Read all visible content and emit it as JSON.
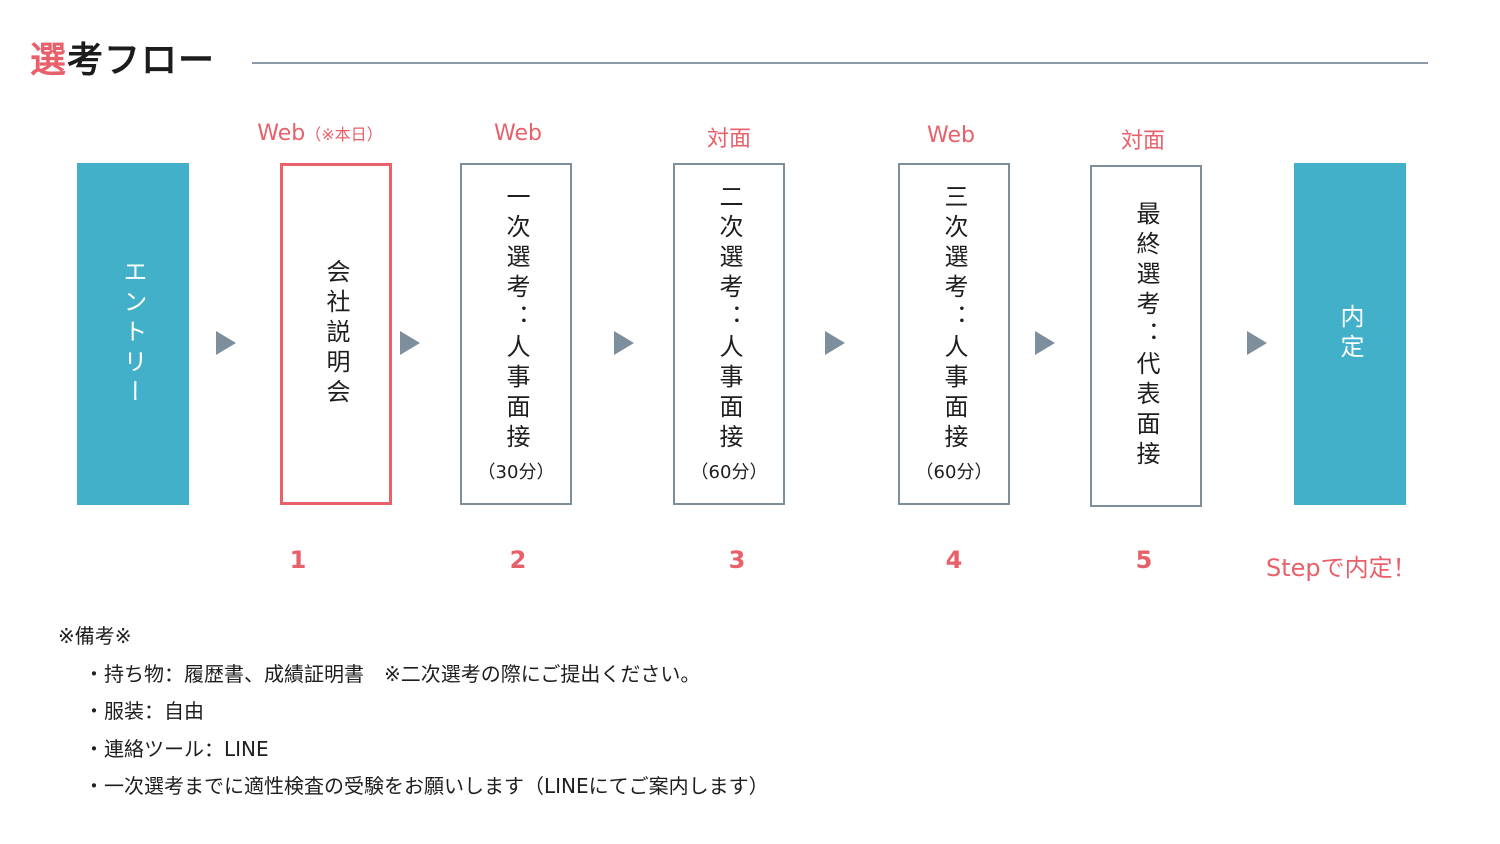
{
  "title": {
    "accent": "選",
    "rest": "考フロー"
  },
  "flow": [
    {
      "label": "エントリー",
      "mode": "",
      "mode_note": "",
      "note": "",
      "step": "",
      "style": "filled"
    },
    {
      "label": "会社説明会",
      "mode": "Web",
      "mode_note": "（※本日）",
      "note": "",
      "step": "1",
      "style": "active"
    },
    {
      "label": "一次選考：人事面接",
      "mode": "Web",
      "mode_note": "",
      "note": "（30分）",
      "step": "2",
      "style": "outline"
    },
    {
      "label": "二次選考：人事面接",
      "mode": "対面",
      "mode_note": "",
      "note": "（60分）",
      "step": "3",
      "style": "outline"
    },
    {
      "label": "三次選考：人事面接",
      "mode": "Web",
      "mode_note": "",
      "note": "（60分）",
      "step": "4",
      "style": "outline"
    },
    {
      "label": "最終選考：代表面接",
      "mode": "対面",
      "mode_note": "",
      "note": "",
      "step": "5",
      "style": "outline"
    },
    {
      "label": "内定",
      "mode": "",
      "mode_note": "",
      "note": "",
      "step": "",
      "style": "filled"
    }
  ],
  "step_end": "Stepで内定！",
  "remarks": {
    "heading": "※備考※",
    "items": [
      "・持ち物：履歴書、成績証明書　※二次選考の際にご提出ください。",
      "・服装：自由",
      "・連絡ツール：LINE",
      "・一次選考までに適性検査の受験をお願いします（LINEにてご案内します）"
    ]
  },
  "colors": {
    "accent": "#e8606a",
    "teal": "#42b0c9",
    "gray": "#7d8f9c"
  }
}
